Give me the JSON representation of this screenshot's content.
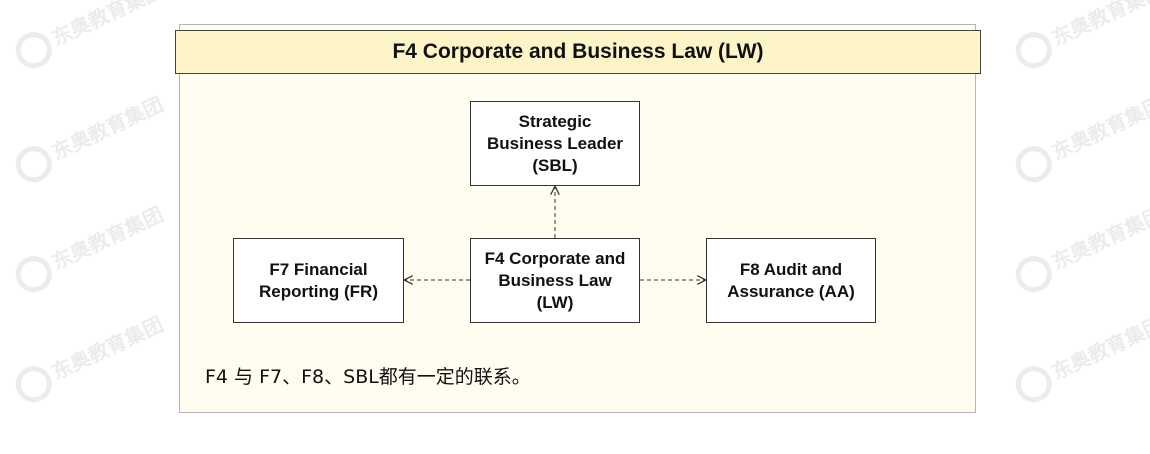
{
  "header": {
    "title": "F4 Corporate and Business Law (LW)"
  },
  "nodes": {
    "sbl": "Strategic\nBusiness Leader\n(SBL)",
    "lw": "F4 Corporate and\nBusiness Law\n(LW)",
    "fr": "F7 Financial\nReporting (FR)",
    "aa": "F8 Audit and\nAssurance (AA)"
  },
  "note": "F4 与 F7、F8、SBL都有一定的联系。",
  "watermark": {
    "text": "东奥教育集团"
  },
  "colors": {
    "panel_bg": "#fffdf0",
    "header_bg": "#fdf5c8",
    "border": "#333333"
  }
}
